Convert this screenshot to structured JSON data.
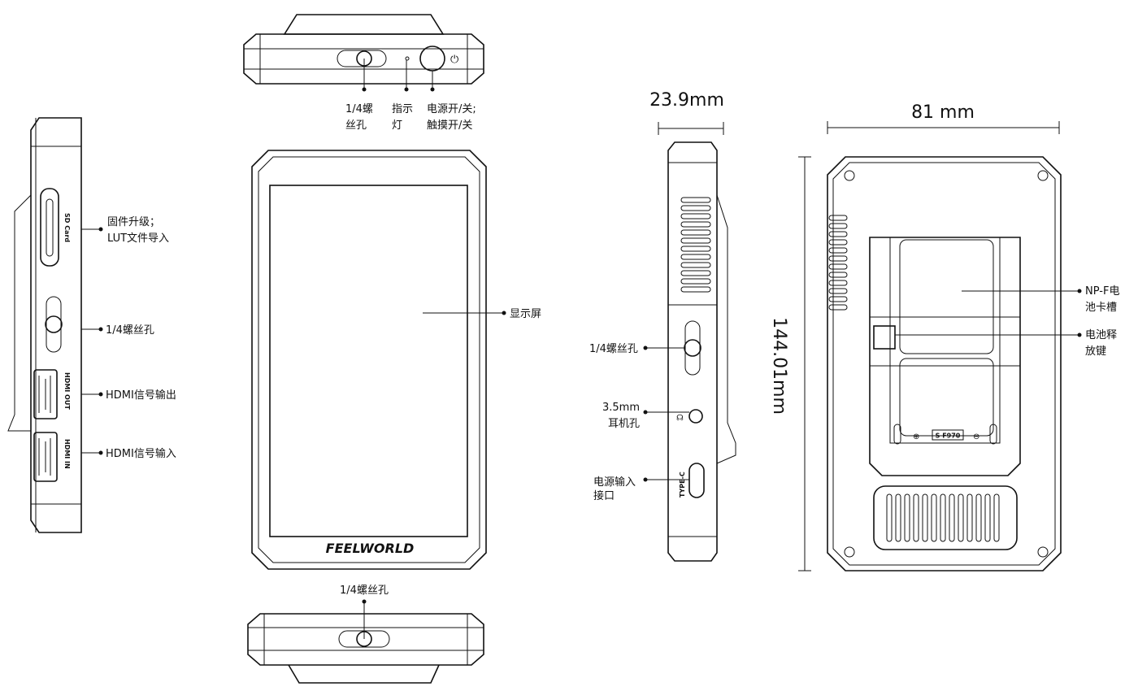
{
  "left_view": {
    "port_sd": "SD Card",
    "port_hdmi_out": "HDMI OUT",
    "port_hdmi_in": "HDMI IN",
    "callouts": {
      "sd_line1": "固件升级；",
      "sd_line2": "LUT文件导入",
      "screw": "1/4螺丝孔",
      "hdmi_out": "HDMI信号输出",
      "hdmi_in": "HDMI信号输入"
    }
  },
  "top_view": {
    "callouts": {
      "screw_line1": "1/4螺",
      "screw_line2": "丝孔",
      "led_line1": "指示",
      "led_line2": "灯",
      "power_line1": "电源开/关;",
      "power_line2": "触摸开/关"
    }
  },
  "front_view": {
    "brand": "FEELWORLD",
    "callout_screen": "显示屏"
  },
  "bottom_view": {
    "callout_screw": "1/4螺丝孔"
  },
  "right_view": {
    "dimension_depth": "23.9mm",
    "port_typec": "TYPE-C",
    "callouts": {
      "screw": "1/4螺丝孔",
      "audio_line1": "3.5mm",
      "audio_line2": "耳机孔",
      "power_line1": "电源输入",
      "power_line2": "接口"
    }
  },
  "back_view": {
    "dimension_width": "81 mm",
    "dimension_height": "144.01mm",
    "battery_label": "S F970",
    "callouts": {
      "slot_line1": "NP-F电",
      "slot_line2": "池卡槽",
      "release_line1": "电池释",
      "release_line2": "放键"
    }
  }
}
